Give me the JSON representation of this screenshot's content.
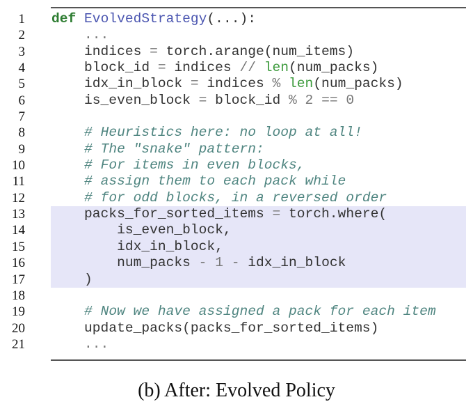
{
  "listing": {
    "lines": [
      [
        [
          "def",
          "kw"
        ],
        [
          " ",
          ""
        ],
        [
          "EvolvedStrategy",
          "fn"
        ],
        [
          "(...):",
          ""
        ]
      ],
      [
        [
          "    ...",
          "op"
        ]
      ],
      [
        [
          "    indices ",
          ""
        ],
        [
          "=",
          "op"
        ],
        [
          " torch.arange(num_items)",
          ""
        ]
      ],
      [
        [
          "    block_id ",
          ""
        ],
        [
          "=",
          "op"
        ],
        [
          " indices ",
          ""
        ],
        [
          "//",
          "op"
        ],
        [
          " ",
          ""
        ],
        [
          "len",
          "bi"
        ],
        [
          "(num_packs)",
          ""
        ]
      ],
      [
        [
          "    idx_in_block ",
          ""
        ],
        [
          "=",
          "op"
        ],
        [
          " indices ",
          ""
        ],
        [
          "%",
          "op"
        ],
        [
          " ",
          ""
        ],
        [
          "len",
          "bi"
        ],
        [
          "(num_packs)",
          ""
        ]
      ],
      [
        [
          "    is_even_block ",
          ""
        ],
        [
          "=",
          "op"
        ],
        [
          " block_id ",
          ""
        ],
        [
          "%",
          "op"
        ],
        [
          " ",
          ""
        ],
        [
          "2",
          "nu"
        ],
        [
          " ",
          ""
        ],
        [
          "==",
          "op"
        ],
        [
          " ",
          ""
        ],
        [
          "0",
          "nu"
        ]
      ],
      [],
      [
        [
          "    ",
          ""
        ],
        [
          "# Heuristics here: no loop at all!",
          "cm"
        ]
      ],
      [
        [
          "    ",
          ""
        ],
        [
          "# The \"snake\" pattern:",
          "cm"
        ]
      ],
      [
        [
          "    ",
          ""
        ],
        [
          "# For items in even blocks,",
          "cm"
        ]
      ],
      [
        [
          "    ",
          ""
        ],
        [
          "# assign them to each pack while",
          "cm"
        ]
      ],
      [
        [
          "    ",
          ""
        ],
        [
          "# for odd blocks, in a reversed order",
          "cm"
        ]
      ],
      [
        [
          "    packs_for_sorted_items ",
          ""
        ],
        [
          "=",
          "op"
        ],
        [
          " torch.where(",
          ""
        ]
      ],
      [
        [
          "        is_even_block,",
          ""
        ]
      ],
      [
        [
          "        idx_in_block,",
          ""
        ]
      ],
      [
        [
          "        num_packs ",
          ""
        ],
        [
          "-",
          "op"
        ],
        [
          " ",
          ""
        ],
        [
          "1",
          "nu"
        ],
        [
          " ",
          ""
        ],
        [
          "-",
          "op"
        ],
        [
          " idx_in_block",
          ""
        ]
      ],
      [
        [
          "    )",
          ""
        ]
      ],
      [],
      [
        [
          "    ",
          ""
        ],
        [
          "# Now we have assigned a pack for each item",
          "cm"
        ]
      ],
      [
        [
          "    update_packs(packs_for_sorted_items)",
          ""
        ]
      ],
      [
        [
          "    ...",
          "op"
        ]
      ]
    ]
  },
  "caption": "(b) After: Evolved Policy"
}
